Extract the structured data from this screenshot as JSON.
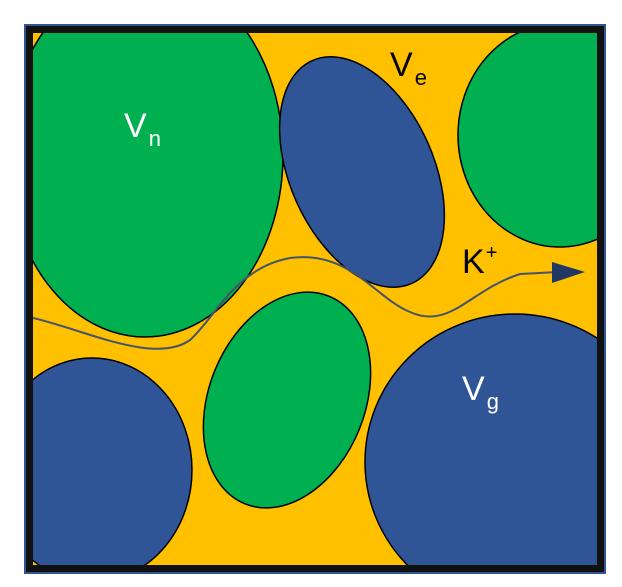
{
  "diagram": {
    "colors": {
      "extracellular": "#FFC000",
      "neuron": "#00B050",
      "glia": "#2F5597",
      "frame": "#111111",
      "path_line": "#44546A",
      "arrow_head": "#1F3864",
      "label_light": "#FFFFFF",
      "label_dark": "#000000"
    },
    "labels": {
      "neuron_base": "V",
      "neuron_sub": "n",
      "extracellular_base": "V",
      "extracellular_sub": "e",
      "glia_base": "V",
      "glia_sub": "g",
      "ion_base": "K",
      "ion_sup": "+"
    }
  }
}
